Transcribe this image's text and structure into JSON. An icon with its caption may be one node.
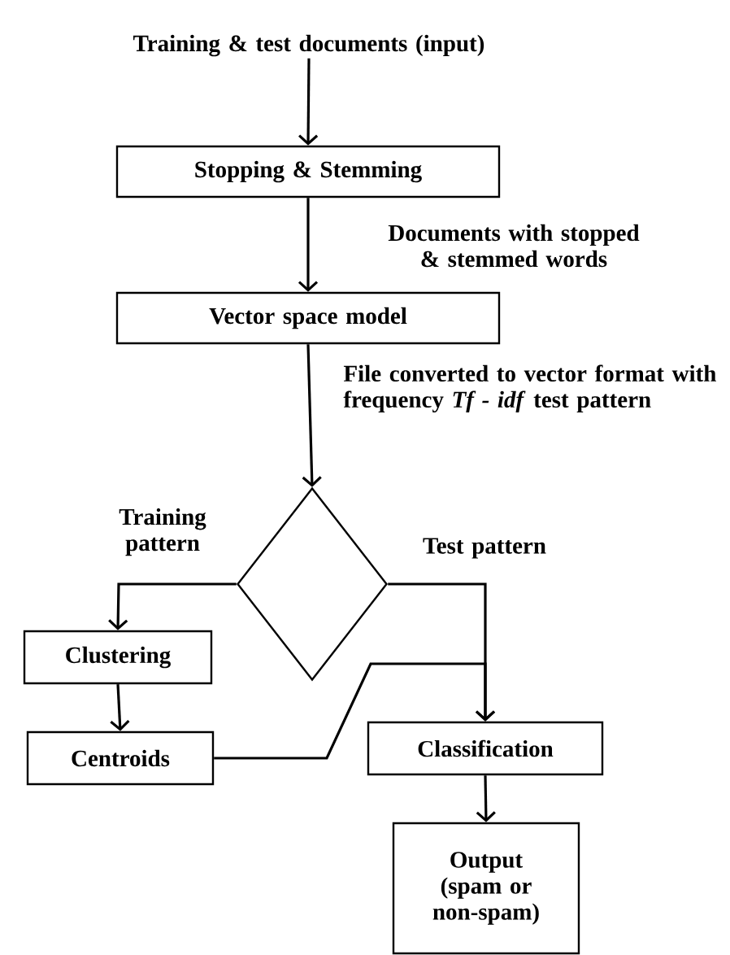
{
  "diagram": {
    "nodes": [
      {
        "text": [
          "Training & test documents (input)"
        ]
      },
      {
        "text": [
          "Stopping & Stemming"
        ]
      },
      {
        "text": [
          "Vector space model"
        ]
      },
      {
        "text": [],
        "shape": "diamond"
      },
      {
        "text": [
          "Clustering"
        ]
      },
      {
        "text": [
          "Centroids"
        ]
      },
      {
        "text": [
          "Classification"
        ]
      },
      {
        "text": [
          "Output (spam or non-spam)"
        ]
      }
    ],
    "edges": [
      {
        "from": 0,
        "to": 1,
        "arrow": "to"
      },
      {
        "from": 1,
        "to": 2,
        "arrow": "to",
        "label": "Documents with stopped & stemmed words"
      },
      {
        "from": 2,
        "to": 3,
        "arrow": "to",
        "label": "File converted to vector format with frequency *Tf - idf* test pattern"
      },
      {
        "from": 3,
        "to": 4,
        "arrow": "to",
        "label": "Training pattern"
      },
      {
        "from": 3,
        "to": 6,
        "arrow": "to",
        "label": "Test pattern"
      },
      {
        "from": 4,
        "to": 5,
        "arrow": "to"
      },
      {
        "from": 5,
        "to": 6,
        "arrow": "to"
      },
      {
        "from": 6,
        "to": 7,
        "arrow": "to"
      }
    ]
  }
}
